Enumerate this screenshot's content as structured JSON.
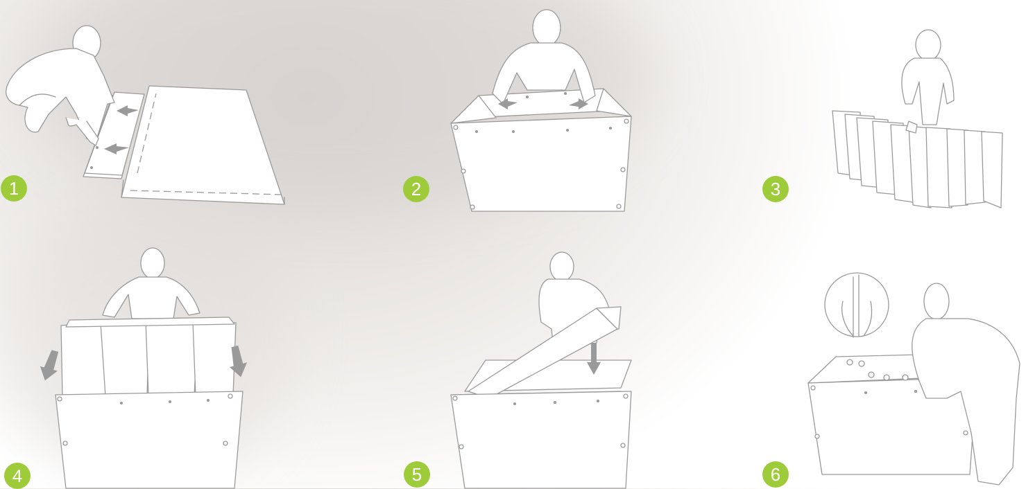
{
  "accent_color": "#9dcb3a",
  "steps": [
    {
      "number": "1",
      "icon": "person-kneeling-assembling-flat-panels-icon"
    },
    {
      "number": "2",
      "icon": "person-unfolding-box-frame-icon"
    },
    {
      "number": "3",
      "icon": "person-holding-dividers-icon"
    },
    {
      "number": "4",
      "icon": "person-inserting-dividers-icon"
    },
    {
      "number": "5",
      "icon": "person-placing-lid-icon"
    },
    {
      "number": "6",
      "icon": "person-fastening-clips-icon"
    }
  ]
}
